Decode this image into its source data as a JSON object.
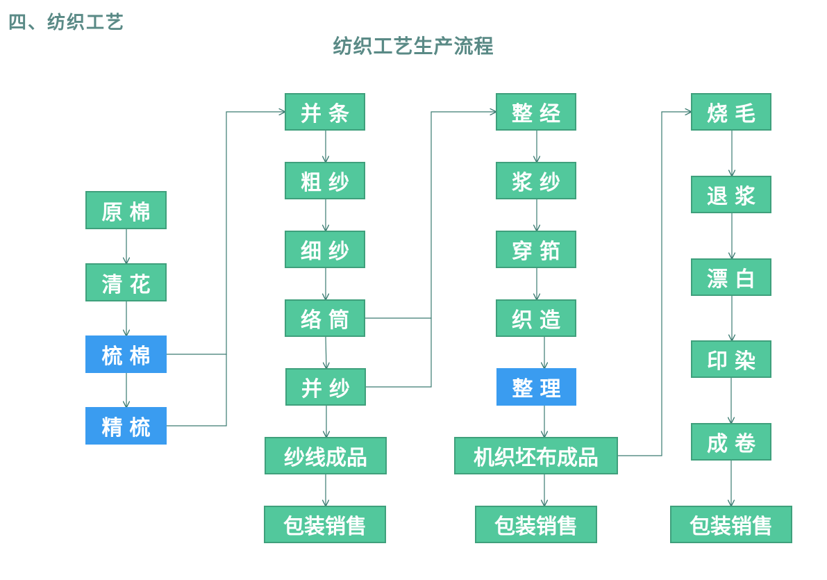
{
  "section_title": "四、纺织工艺",
  "diagram_title": "纺织工艺生产流程",
  "colors": {
    "node_green": "#52c89c",
    "node_green_border": "#3fa07c",
    "node_blue": "#3a9cf0",
    "connector": "#3a7a70",
    "title": "#5a8a86"
  },
  "columns": {
    "fiber_prep": {
      "nodes": [
        {
          "label": "原棉",
          "style": "green"
        },
        {
          "label": "清花",
          "style": "green"
        },
        {
          "label": "梳棉",
          "style": "blue"
        },
        {
          "label": "精梳",
          "style": "blue"
        }
      ]
    },
    "spinning": {
      "nodes": [
        {
          "label": "并条",
          "style": "green"
        },
        {
          "label": "粗纱",
          "style": "green"
        },
        {
          "label": "细纱",
          "style": "green"
        },
        {
          "label": "络筒",
          "style": "green"
        },
        {
          "label": "并纱",
          "style": "green"
        },
        {
          "label": "纱线成品",
          "style": "green"
        },
        {
          "label": "包装销售",
          "style": "green"
        }
      ]
    },
    "weaving": {
      "nodes": [
        {
          "label": "整经",
          "style": "green"
        },
        {
          "label": "浆纱",
          "style": "green"
        },
        {
          "label": "穿筘",
          "style": "green"
        },
        {
          "label": "织造",
          "style": "green"
        },
        {
          "label": "整理",
          "style": "blue"
        },
        {
          "label": "机织坯布成品",
          "style": "green"
        },
        {
          "label": "包装销售",
          "style": "green"
        }
      ]
    },
    "finishing": {
      "nodes": [
        {
          "label": "烧毛",
          "style": "green"
        },
        {
          "label": "退浆",
          "style": "green"
        },
        {
          "label": "漂白",
          "style": "green"
        },
        {
          "label": "印染",
          "style": "green"
        },
        {
          "label": "成卷",
          "style": "green"
        },
        {
          "label": "包装销售",
          "style": "green"
        }
      ]
    }
  }
}
